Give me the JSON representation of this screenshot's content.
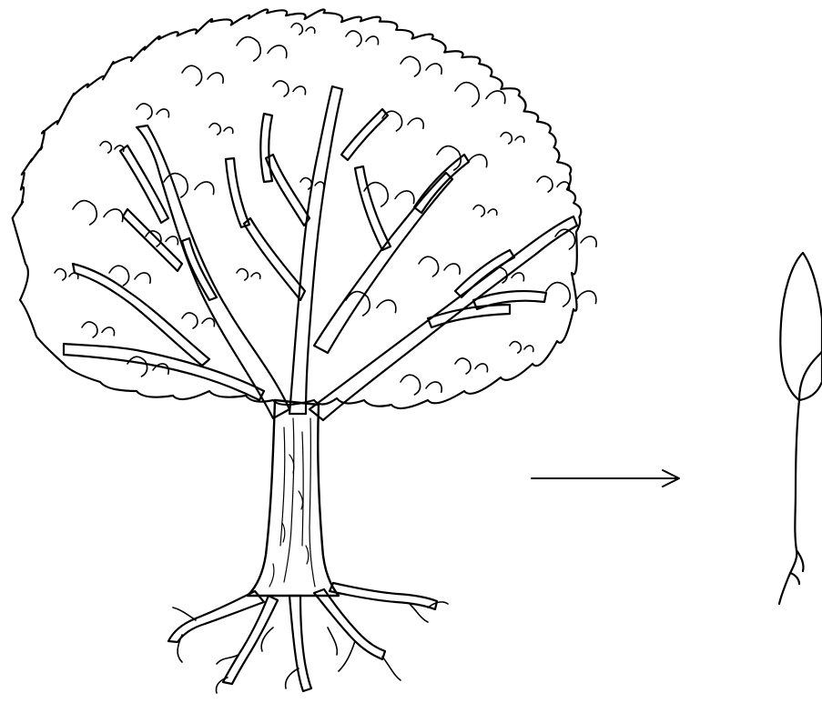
{
  "figure": {
    "panels": [
      {
        "id": "tree",
        "icon": "oak-tree-icon"
      },
      {
        "id": "arrow",
        "icon": "right-arrow-icon"
      },
      {
        "id": "seedling",
        "icon": "seedling-icon"
      }
    ],
    "colors": {
      "ink": "#000000",
      "background": "#ffffff"
    }
  }
}
